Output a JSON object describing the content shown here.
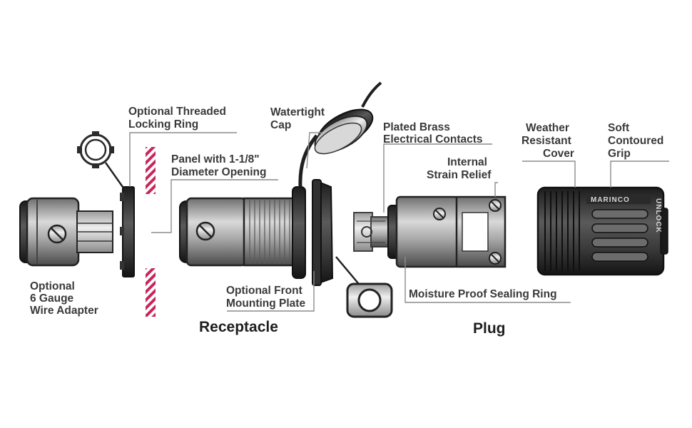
{
  "labels": {
    "locking_ring": [
      "Optional Threaded",
      "Locking Ring"
    ],
    "watertight_cap": [
      "Watertight",
      "Cap"
    ],
    "panel_opening": [
      "Panel with 1-1/8\"",
      "Diameter Opening"
    ],
    "wire_adapter": [
      "Optional",
      "6 Gauge",
      "Wire Adapter"
    ],
    "front_plate": [
      "Optional Front",
      "Mounting Plate"
    ],
    "brass_contacts": [
      "Plated Brass",
      "Electrical Contacts"
    ],
    "strain_relief": [
      "Internal",
      "Strain Relief"
    ],
    "sealing_ring": [
      "Moisture Proof Sealing Ring"
    ],
    "weather_cover": [
      "Weather",
      "Resistant",
      "Cover"
    ],
    "soft_grip": [
      "Soft",
      "Contoured",
      "Grip"
    ]
  },
  "section_titles": {
    "receptacle": "Receptacle",
    "plug": "Plug"
  },
  "brand_text": "MARINCO",
  "unlock_text": "UNLOCK",
  "colors": {
    "panel_stripe": "#c8265a",
    "part_dark": "#2b2b2b",
    "part_mid": "#7d7d7d",
    "part_light": "#c9c9c9",
    "leader": "#8c8c8c",
    "label_text": "#3a3a3a"
  },
  "icons": [
    "screw-head-icon"
  ]
}
